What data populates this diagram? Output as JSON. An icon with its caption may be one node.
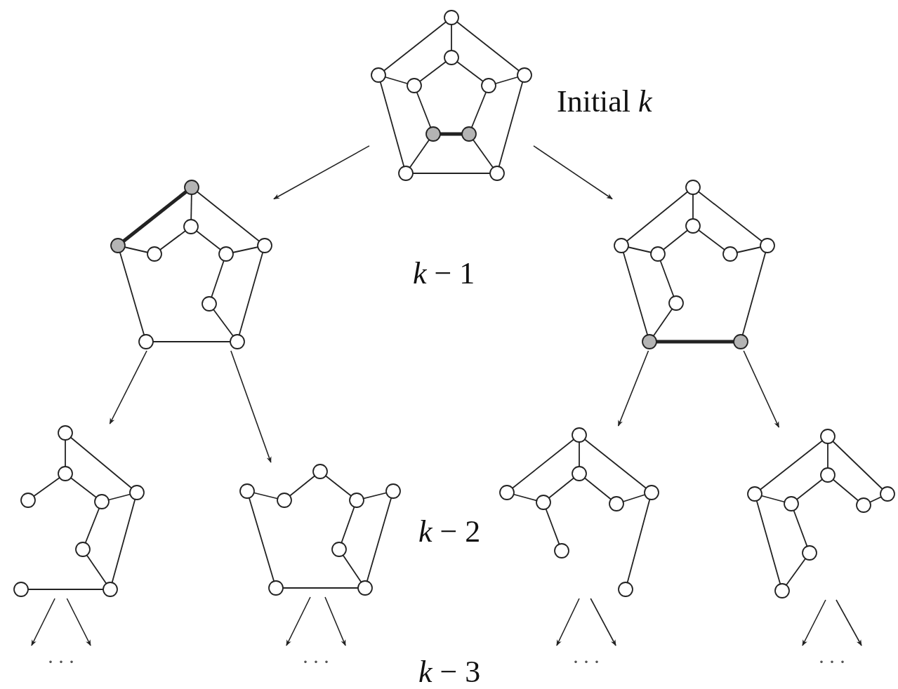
{
  "diagram": {
    "nodes": [
      {
        "text": [],
        "shape": "graph"
      },
      {
        "text": [],
        "shape": "graph"
      },
      {
        "text": [],
        "shape": "graph"
      },
      {
        "text": [],
        "shape": "graph"
      },
      {
        "text": [],
        "shape": "graph"
      },
      {
        "text": [],
        "shape": "graph"
      },
      {
        "text": [],
        "shape": "graph"
      },
      {
        "text": [
          ". . ."
        ]
      },
      {
        "text": [
          ". . ."
        ]
      },
      {
        "text": [
          ". . ."
        ]
      },
      {
        "text": [
          ". . ."
        ]
      }
    ],
    "edges": [
      {
        "from": 0,
        "to": 1,
        "arrow": "to"
      },
      {
        "from": 0,
        "to": 2,
        "arrow": "to"
      },
      {
        "from": 1,
        "to": 3,
        "arrow": "to"
      },
      {
        "from": 1,
        "to": 4,
        "arrow": "to"
      },
      {
        "from": 2,
        "to": 5,
        "arrow": "to"
      },
      {
        "from": 2,
        "to": 6,
        "arrow": "to"
      },
      {
        "from": 3,
        "to": 7,
        "arrow": "to"
      },
      {
        "from": 3,
        "to": 7,
        "arrow": "to"
      },
      {
        "from": 4,
        "to": 8,
        "arrow": "to"
      },
      {
        "from": 4,
        "to": 8,
        "arrow": "to"
      },
      {
        "from": 5,
        "to": 9,
        "arrow": "to"
      },
      {
        "from": 5,
        "to": 9,
        "arrow": "to"
      },
      {
        "from": 6,
        "to": 10,
        "arrow": "to"
      },
      {
        "from": 6,
        "to": 10,
        "arrow": "to"
      }
    ],
    "labels": [
      "Initial *k*",
      "*k* − 1",
      "*k* − 2",
      "*k* − 3"
    ]
  }
}
